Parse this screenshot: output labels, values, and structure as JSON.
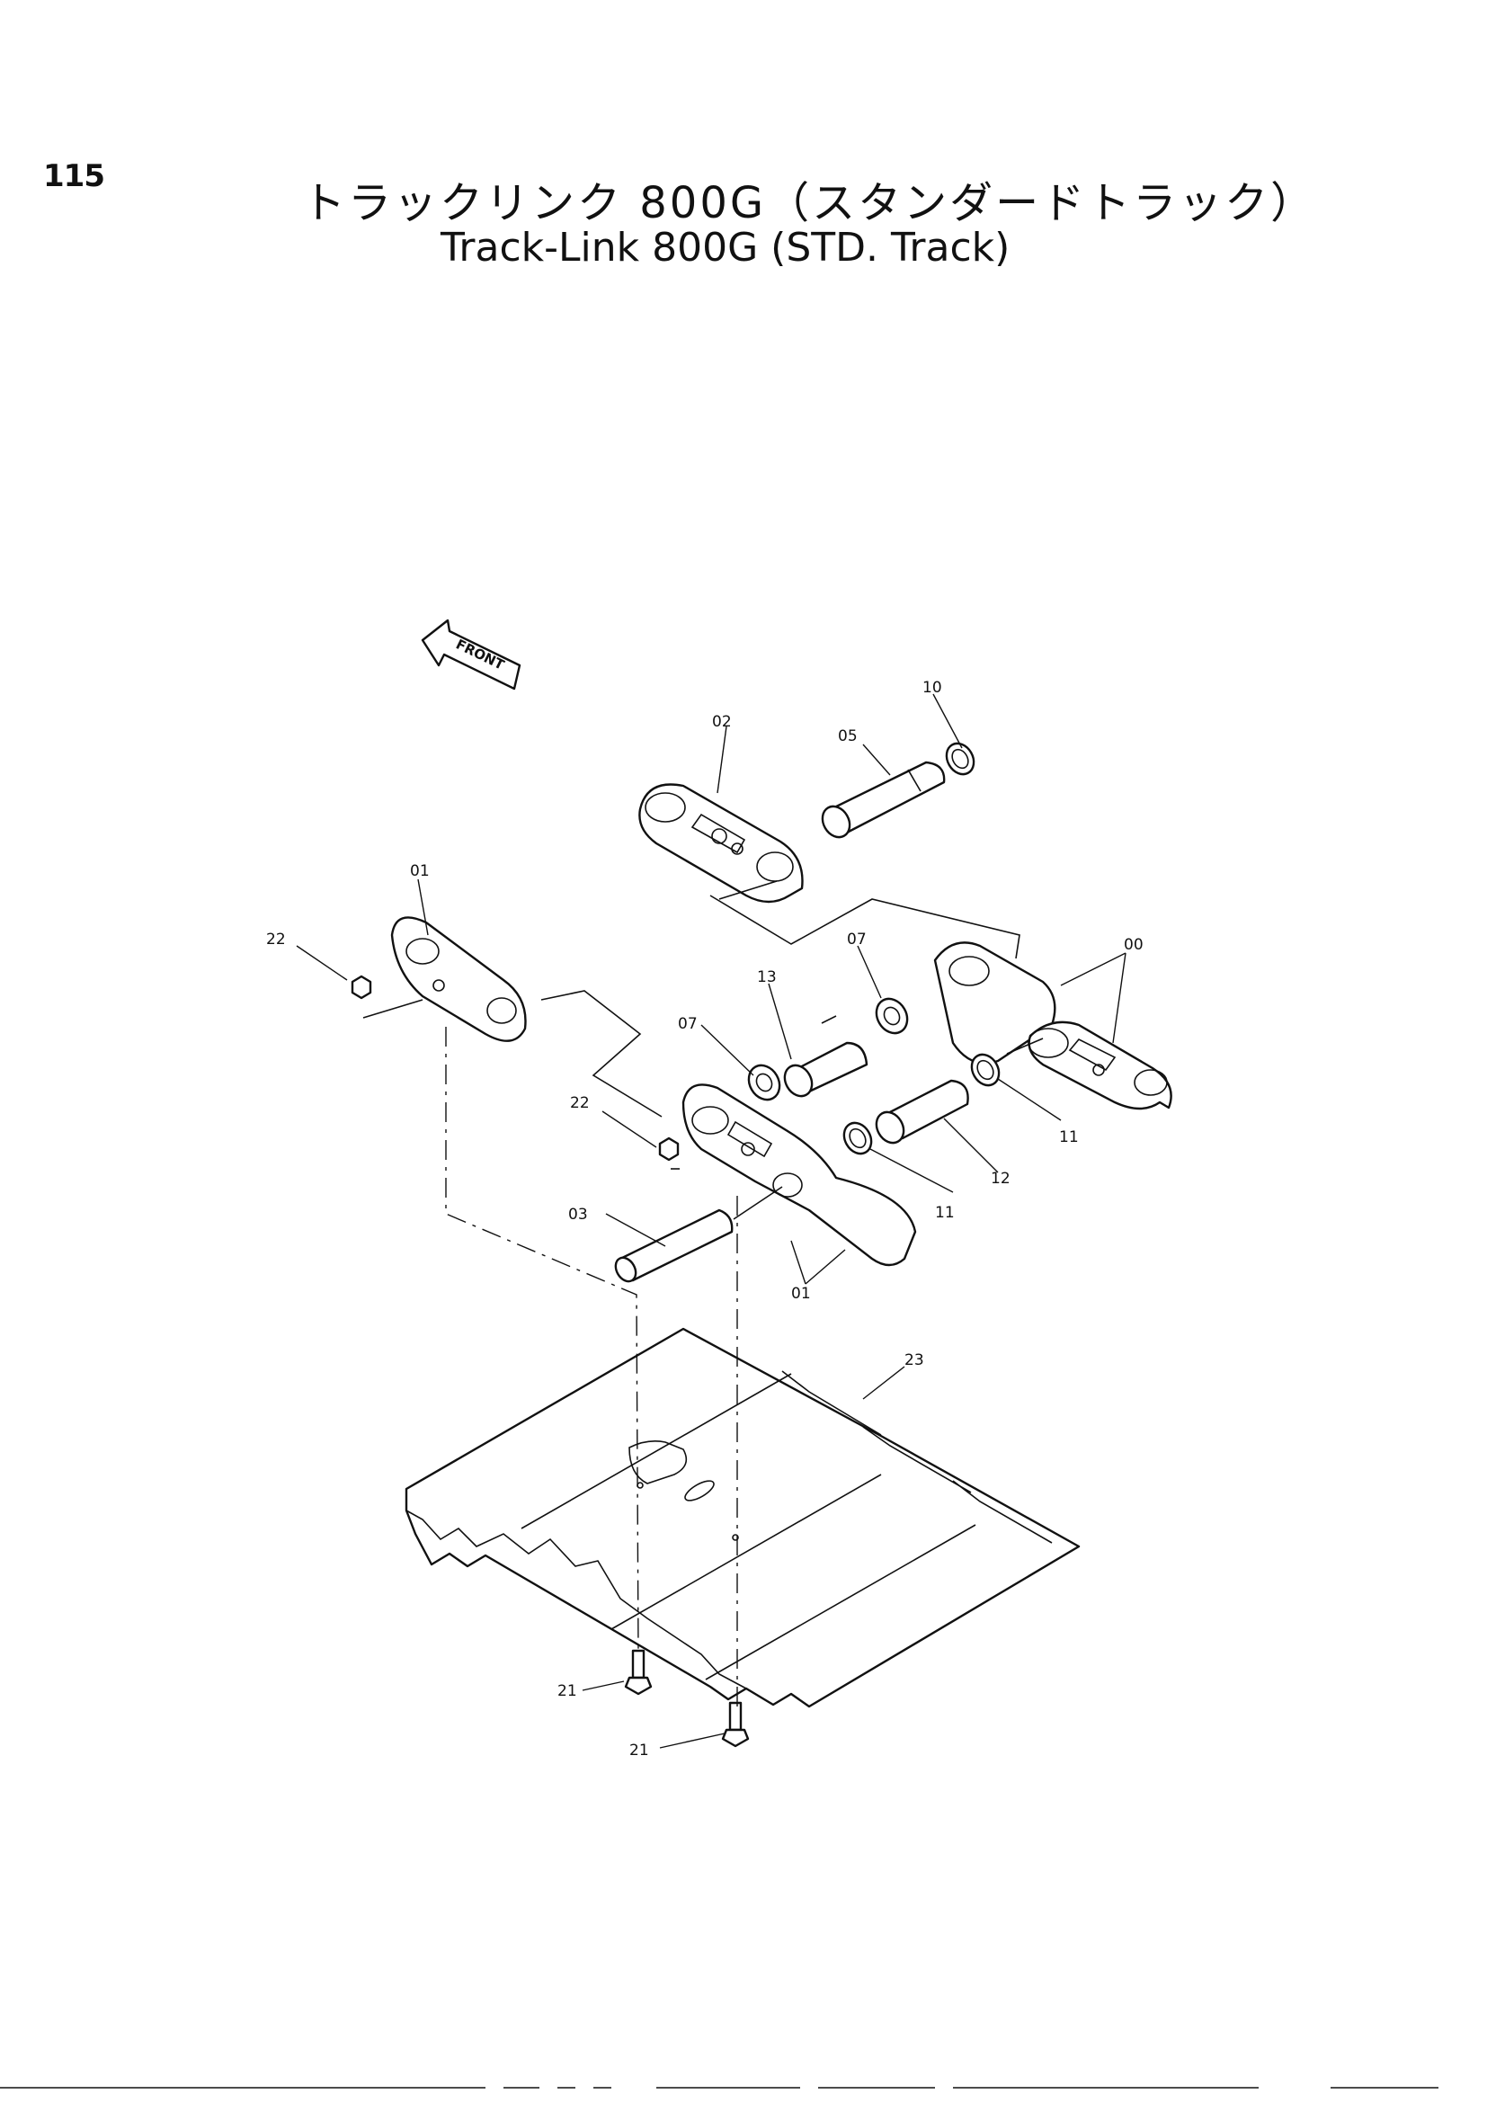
{
  "header": {
    "page_number": "115",
    "title_jp": "トラックリンク 800G（スタンダードトラック）",
    "title_en": "Track-Link 800G (STD. Track)"
  },
  "front_label": "FRONT",
  "callouts": {
    "c00": "00",
    "c01a": "01",
    "c01b": "01",
    "c02": "02",
    "c03": "03",
    "c05": "05",
    "c07a": "07",
    "c07b": "07",
    "c10": "10",
    "c11a": "11",
    "c11b": "11",
    "c12": "12",
    "c13": "13",
    "c21a": "21",
    "c21b": "21",
    "c22a": "22",
    "c22b": "22",
    "c23": "23"
  }
}
